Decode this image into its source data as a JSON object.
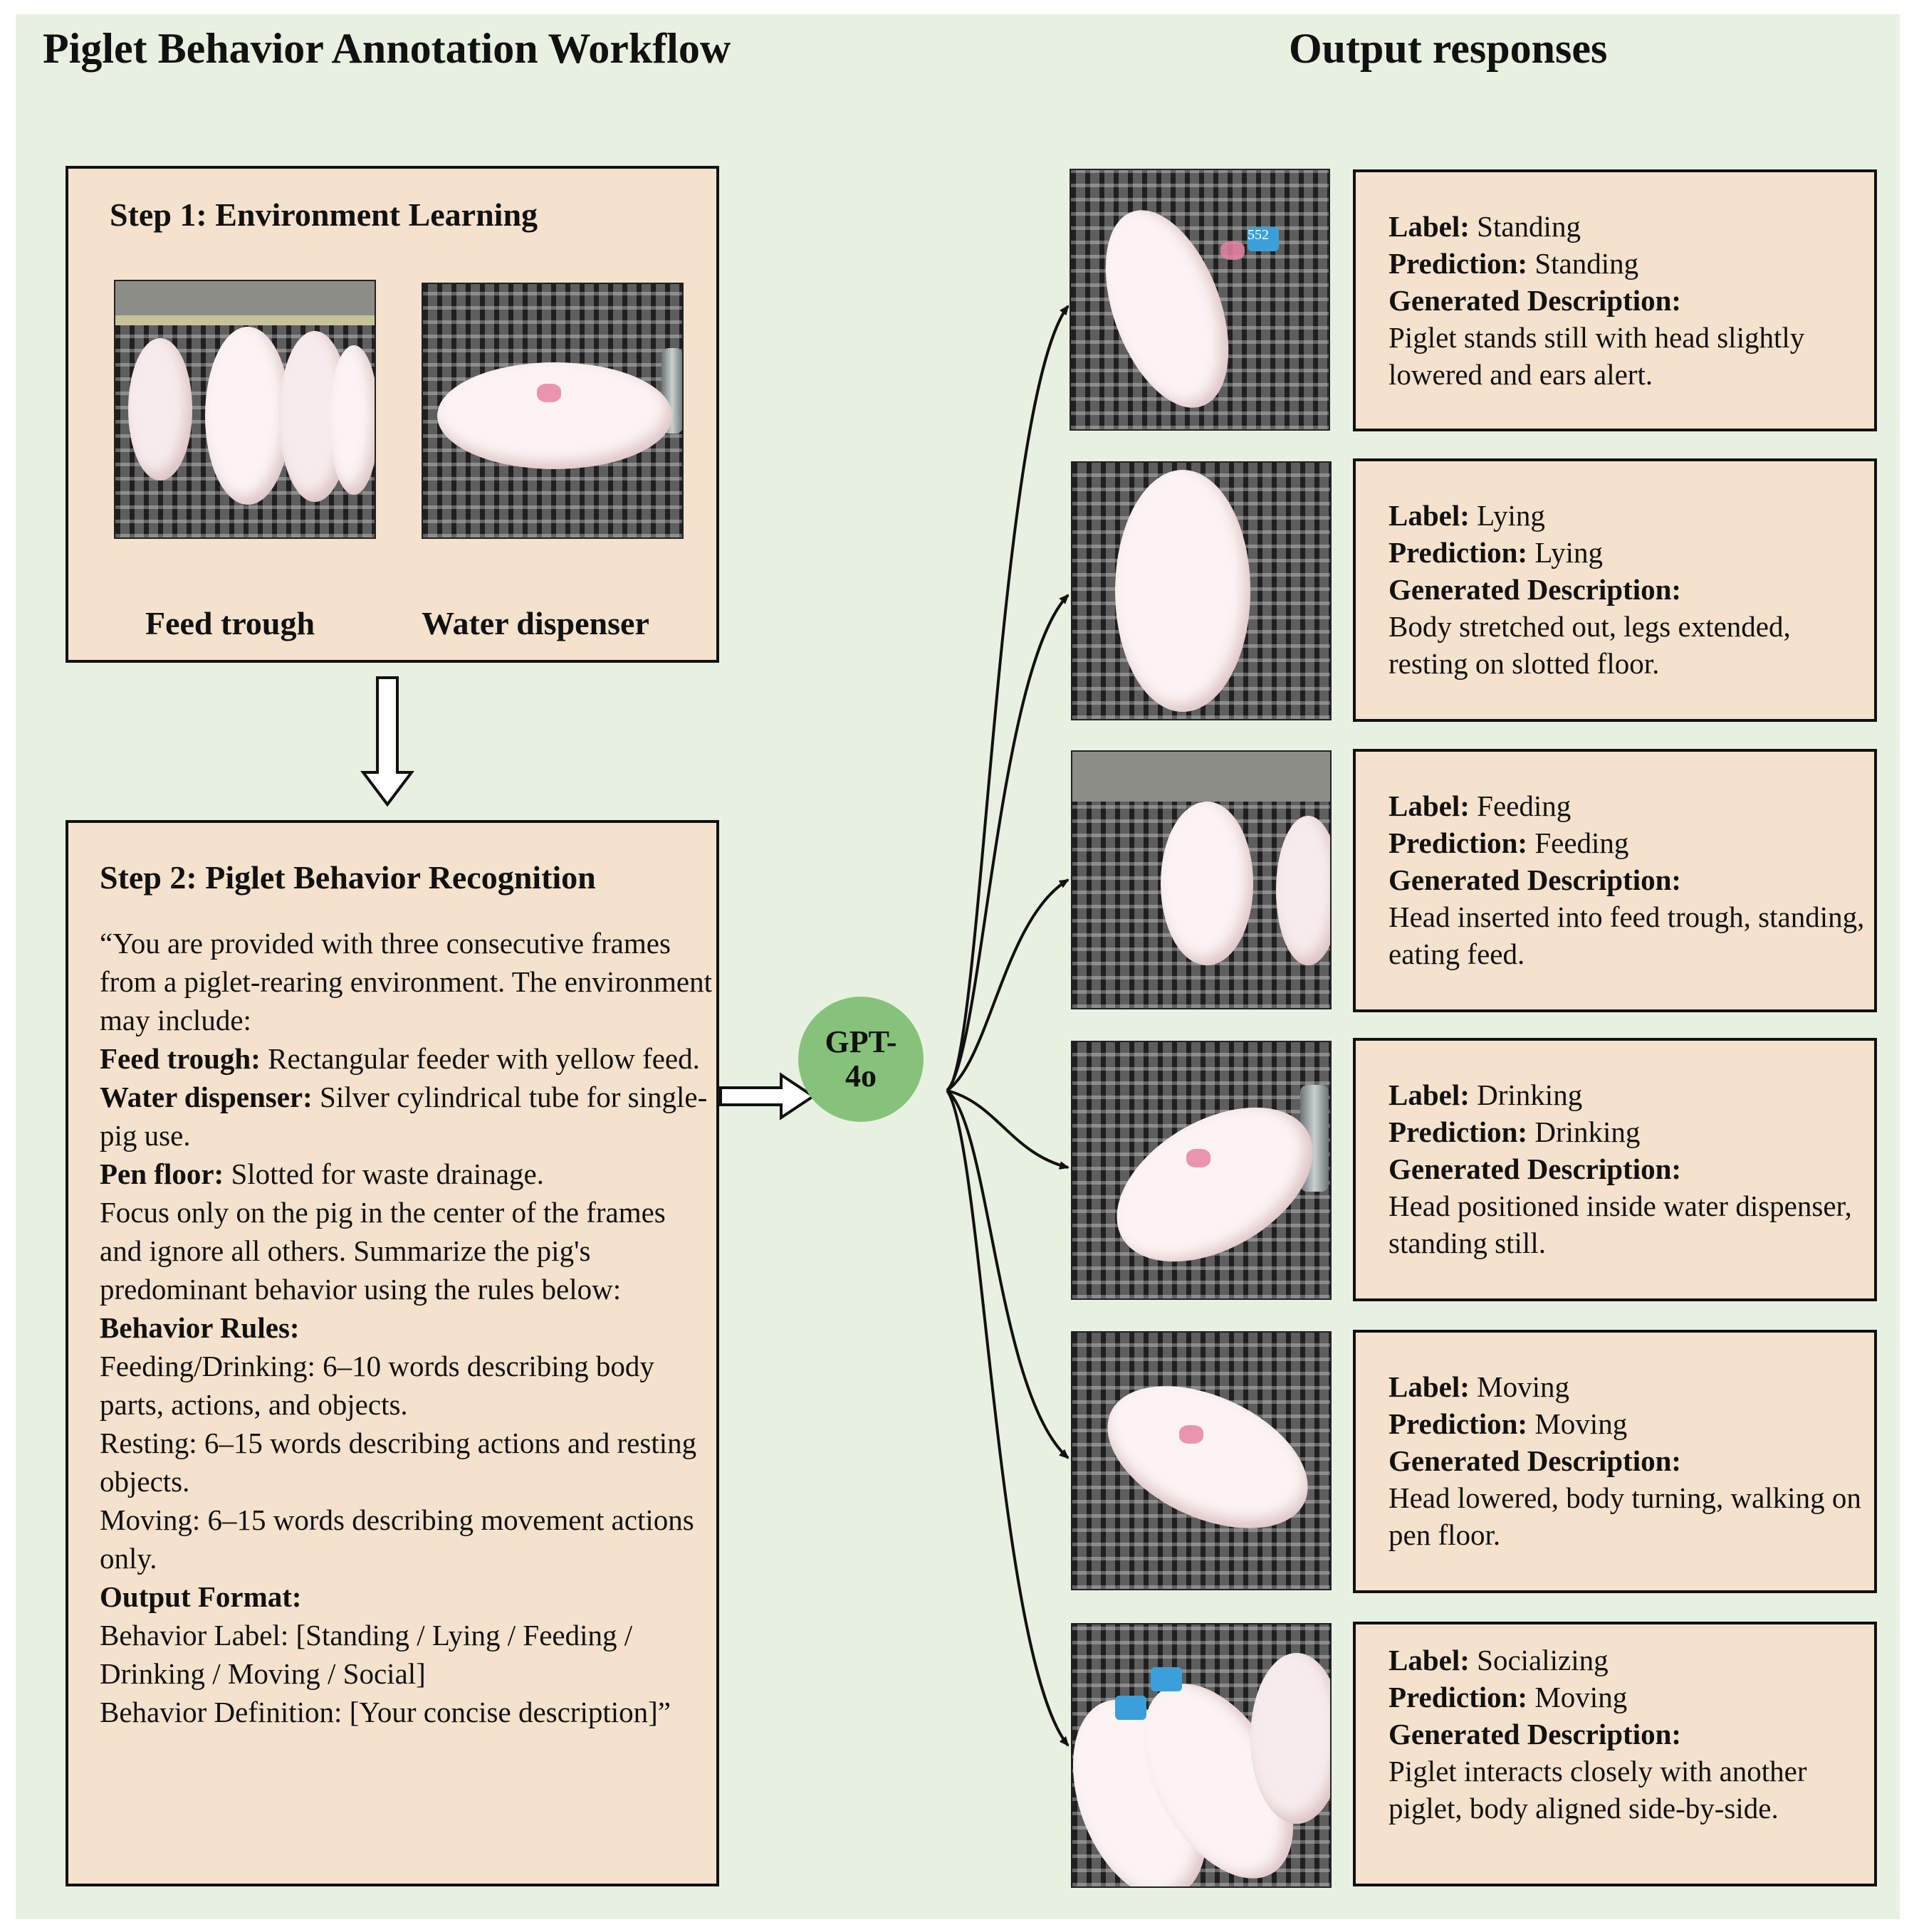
{
  "titles": {
    "left": "Piglet Behavior Annotation Workflow",
    "right": "Output responses"
  },
  "step1": {
    "title": "Step 1: Environment Learning",
    "captions": [
      "Feed trough",
      "Water dispenser"
    ]
  },
  "step2": {
    "title": "Step 2: Piglet Behavior Recognition",
    "intro": "“You are provided with three consecutive frames from a piglet-rearing environment. The environment may include:",
    "env_items": [
      {
        "term": "Feed trough:",
        "text": " Rectangular feeder with yellow feed."
      },
      {
        "term": "Water dispenser:",
        "text": " Silver cylindrical tube for single-pig use."
      },
      {
        "term": "Pen floor:",
        "text": " Slotted for waste drainage."
      }
    ],
    "focus": "Focus only on the pig in the center of the frames and ignore all others. Summarize the pig's predominant behavior using the rules below:",
    "rules_heading": "Behavior Rules:",
    "rules": [
      "Feeding/Drinking: 6–10 words describing body parts, actions, and objects.",
      "Resting: 6–15 words describing actions and resting objects.",
      "Moving: 6–15 words describing movement actions only."
    ],
    "output_heading": "Output Format:",
    "output_lines": [
      "Behavior Label: [Standing / Lying / Feeding / Drinking / Moving / Social]",
      "Behavior Definition: [Your concise description]”"
    ]
  },
  "model": {
    "label_line1": "GPT-",
    "label_line2": "4o"
  },
  "field_labels": {
    "label": "Label:",
    "prediction": "Prediction:",
    "description": "Generated Description:"
  },
  "responses": [
    {
      "label": " Standing",
      "prediction": " Standing",
      "description": "Piglet stands still with head slightly lowered and ears alert."
    },
    {
      "label": " Lying",
      "prediction": " Lying",
      "description": "Body stretched out, legs extended, resting on slotted floor."
    },
    {
      "label": " Feeding",
      "prediction": " Feeding",
      "description": "Head inserted into feed trough, standing, eating feed."
    },
    {
      "label": " Drinking",
      "prediction": " Drinking",
      "description": "Head positioned inside water dispenser, standing still."
    },
    {
      "label": " Moving",
      "prediction": " Moving",
      "description": "Head lowered, body turning, walking on pen floor."
    },
    {
      "label": " Socializing",
      "prediction": " Moving",
      "description": "Piglet interacts closely with another piglet, body aligned side-by-side."
    }
  ],
  "photo_tags": [
    "552"
  ]
}
